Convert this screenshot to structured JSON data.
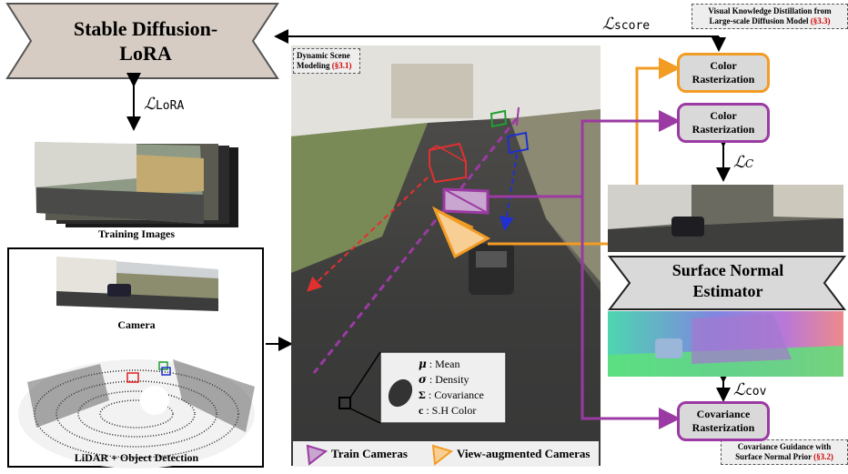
{
  "sd_block": {
    "line1": "Stable Diffusion-",
    "line2": "LoRA"
  },
  "loss_score": {
    "symbol": "ℒ",
    "sub": "score"
  },
  "loss_lora": {
    "symbol": "ℒ",
    "sub": "LoRA"
  },
  "loss_c": {
    "symbol": "ℒ",
    "sub": "C"
  },
  "loss_cov": {
    "symbol": "ℒ",
    "sub": "cov"
  },
  "distill_note": {
    "line1": "Visual Knowledge Distillation from",
    "line2": "Large-scale Diffusion Model",
    "ref": "(§3.3)"
  },
  "dynamic_note": {
    "line1": "Dynamic Scene",
    "line2": "Modeling",
    "ref": "(§3.1)"
  },
  "covariance_note": {
    "line1": "Covariance Guidance with",
    "line2": "Surface Normal Prior",
    "ref": "(§3.2)"
  },
  "color_raster_top": {
    "line1": "Color",
    "line2": "Rasterization"
  },
  "color_raster_mid": {
    "line1": "Color",
    "line2": "Rasterization"
  },
  "cov_raster": {
    "line1": "Covariance",
    "line2": "Rasterization"
  },
  "normal_estimator": {
    "line1": "Surface Normal",
    "line2": "Estimator"
  },
  "training_images_label": "Training Images",
  "camera_label": "Camera",
  "lidar_label": "LiDAR + Object Detection",
  "gaussian_legend": [
    {
      "symbol": "μ",
      "text": ": Mean"
    },
    {
      "symbol": "σ",
      "text": ": Density"
    },
    {
      "symbol": "Σ",
      "text": ": Covariance"
    },
    {
      "symbol": "c",
      "text": ": S.H Color"
    }
  ],
  "camera_legend": {
    "train": "Train Cameras",
    "augmented": "View-augmented Cameras"
  },
  "colors": {
    "orange": "#f39c24",
    "purple": "#9b3aa3",
    "sd_fill": "#d6ccc4",
    "pill_fill": "#d9d9d9"
  }
}
